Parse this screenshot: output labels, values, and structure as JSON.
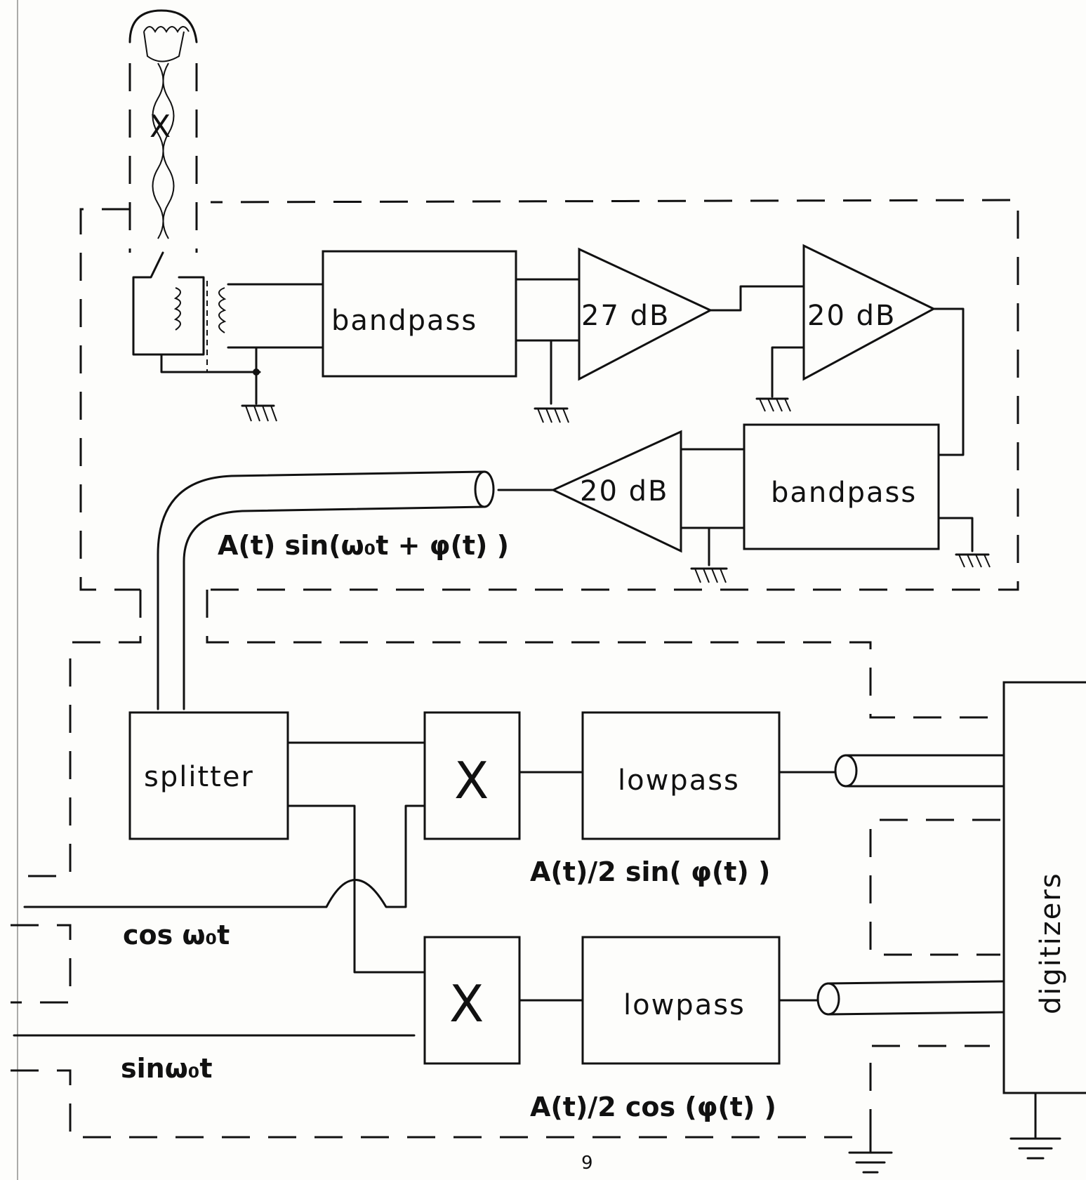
{
  "blocks": {
    "bandpass_1": "bandpass",
    "amp_1": "27 dB",
    "amp_2": "20 dB",
    "amp_3": "20 dB",
    "bandpass_2": "bandpass",
    "splitter": "splitter",
    "mixer_1": "X",
    "mixer_2": "X",
    "lowpass_1": "lowpass",
    "lowpass_2": "lowpass",
    "digitizers": "digitizers",
    "coil_mark": "X"
  },
  "signals": {
    "rf_output": "A(t) sin(ω₀t + φ(t) )",
    "sin_out": "A(t)/2 sin( φ(t) )",
    "cos_out": "A(t)/2 cos (φ(t) )",
    "ref_cos": "cos ω₀t",
    "ref_sin": "sinω₀t"
  },
  "page_number": "9"
}
